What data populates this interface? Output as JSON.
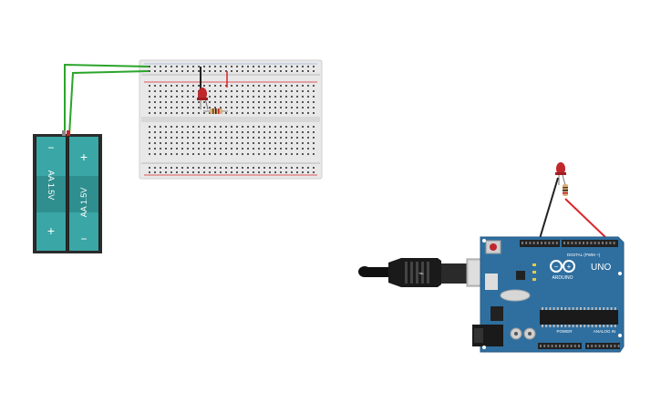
{
  "battery": {
    "cell1_label": "AA 1.5V",
    "cell2_label": "AA 1.5V",
    "minus": "−",
    "plus": "+"
  },
  "arduino": {
    "brand": "ARDUINO",
    "model": "UNO",
    "digital_label": "DIGITAL (PWM ~)",
    "power_label": "POWER",
    "analog_label": "ANALOG IN"
  },
  "colors": {
    "breadboard": "#e9e9e9",
    "battery_holder": "#2b2b2b",
    "battery_cell": "#3aa6a6",
    "arduino_board": "#2f6fa0",
    "led": "#c0272d",
    "wire_green": "#2aa52a",
    "wire_red": "#d9262b",
    "wire_black": "#222222"
  },
  "icons": [
    "battery-pack",
    "breadboard",
    "led",
    "resistor",
    "arduino-uno",
    "usb-cable"
  ]
}
